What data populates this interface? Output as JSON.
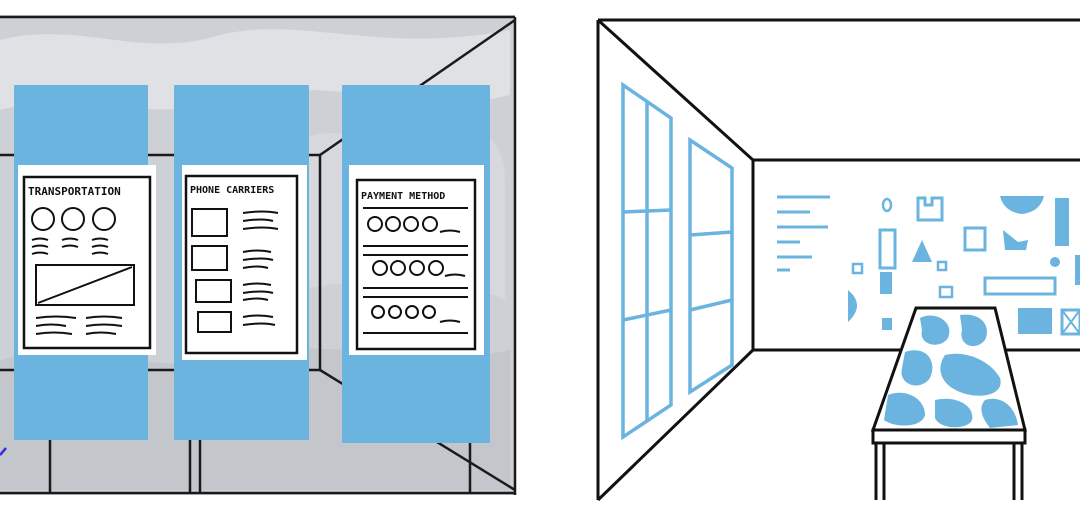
{
  "left_sketch": {
    "posters": [
      {
        "heading": "TRANSPORTATION"
      },
      {
        "heading": "PHONE CARRIERS"
      },
      {
        "heading": "PAYMENT METHOD"
      }
    ]
  },
  "colors": {
    "ink": "#111111",
    "accent_blue": "#6ab4df",
    "watercolor_gray": "#c9ccd0",
    "paper": "#ffffff"
  }
}
